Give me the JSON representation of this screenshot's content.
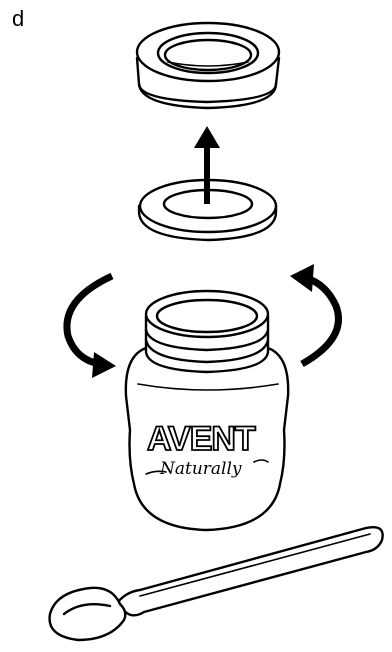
{
  "step_label": "d",
  "jar_brand": {
    "wordmark": "AVENT",
    "script": "Naturally"
  }
}
